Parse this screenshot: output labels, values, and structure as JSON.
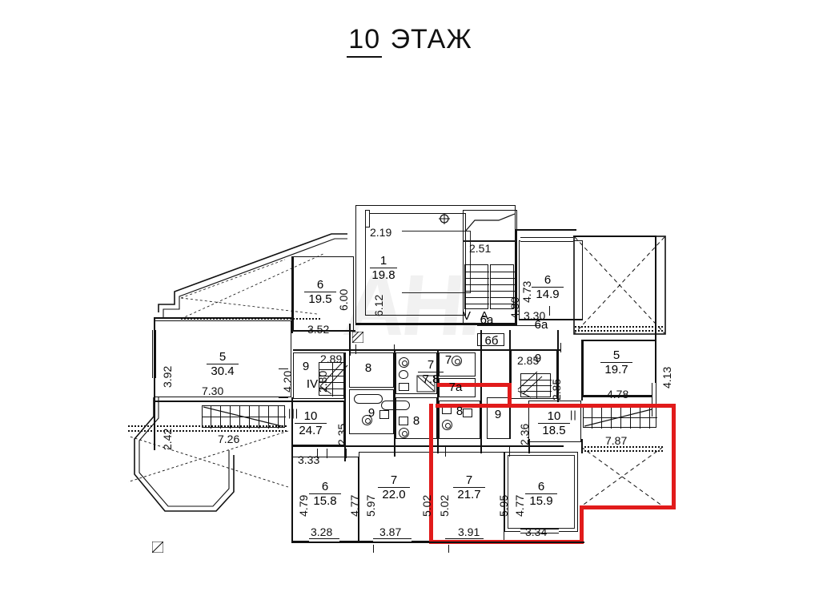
{
  "page": {
    "title_number": "10",
    "title_word": "ЭТАЖ",
    "watermark": "АН."
  },
  "colors": {
    "ink": "#111111",
    "highlight": "#e11b1b",
    "watermark": "rgba(0,0,0,0.055)"
  },
  "rooms": [
    {
      "id": "r1",
      "number": "1",
      "area": "19.8"
    },
    {
      "id": "r5a",
      "number": "5",
      "area": "30.4"
    },
    {
      "id": "r5b",
      "number": "5",
      "area": "19.7"
    },
    {
      "id": "r6a",
      "number": "6",
      "area": "19.5"
    },
    {
      "id": "r6b",
      "number": "6",
      "area": "14.9"
    },
    {
      "id": "r6c",
      "number": "6",
      "area": "15.8"
    },
    {
      "id": "r6d",
      "number": "6",
      "area": "15.9"
    },
    {
      "id": "r7a",
      "number": "7",
      "area": "7.8"
    },
    {
      "id": "r7b",
      "number": "7",
      "area": "22.0"
    },
    {
      "id": "r7c",
      "number": "7",
      "area": "21.7"
    },
    {
      "id": "r10a",
      "number": "10",
      "area": "24.7"
    },
    {
      "id": "r10b",
      "number": "10",
      "area": "18.5"
    }
  ],
  "room_numbers": [
    {
      "id": "n9_left",
      "text": "9"
    },
    {
      "id": "n8_left",
      "text": "8"
    },
    {
      "id": "n9_mid",
      "text": "9"
    },
    {
      "id": "n8_mid",
      "text": "8"
    },
    {
      "id": "n7_top",
      "text": "7"
    },
    {
      "id": "n7a",
      "text": "7а"
    },
    {
      "id": "n7_r",
      "text": "7"
    },
    {
      "id": "n8_r1",
      "text": "8"
    },
    {
      "id": "n8_r2",
      "text": "8"
    },
    {
      "id": "n9_r",
      "text": "9"
    },
    {
      "id": "n9_rr",
      "text": "9"
    },
    {
      "id": "n6b_lbl",
      "text": "6б"
    },
    {
      "id": "n6a_lbl",
      "text": "6а"
    },
    {
      "id": "n6a_lbl2",
      "text": "6а"
    },
    {
      "id": "n4_stair",
      "text": "IV"
    },
    {
      "id": "nV",
      "text": "V"
    },
    {
      "id": "nA",
      "text": "А"
    }
  ],
  "dimensions": {
    "horizontal": [
      {
        "id": "h_2_19",
        "text": "2.19"
      },
      {
        "id": "h_2_51",
        "text": "2.51"
      },
      {
        "id": "h_3_30",
        "text": "3.30"
      },
      {
        "id": "h_3_52",
        "text": "3.52"
      },
      {
        "id": "h_2_89",
        "text": "2.89"
      },
      {
        "id": "h_7_30",
        "text": "7.30"
      },
      {
        "id": "h_7_26",
        "text": "7.26"
      },
      {
        "id": "h_2_85",
        "text": "2.85"
      },
      {
        "id": "h_4_78",
        "text": "4.78"
      },
      {
        "id": "h_7_87",
        "text": "7.87"
      },
      {
        "id": "h_3_33",
        "text": "3.33"
      },
      {
        "id": "h_3_28",
        "text": "3.28"
      },
      {
        "id": "h_3_87",
        "text": "3.87"
      },
      {
        "id": "h_3_91",
        "text": "3.91"
      },
      {
        "id": "h_3_34",
        "text": "3.34"
      }
    ],
    "vertical": [
      {
        "id": "v_6_12",
        "text": "6.12"
      },
      {
        "id": "v_4_80",
        "text": "4.80"
      },
      {
        "id": "v_4_73",
        "text": "4.73"
      },
      {
        "id": "v_6_00",
        "text": "6.00"
      },
      {
        "id": "v_3_92",
        "text": "3.92"
      },
      {
        "id": "v_4_20",
        "text": "4.20"
      },
      {
        "id": "v_2_80",
        "text": "2.80"
      },
      {
        "id": "v_2_42",
        "text": "2.42"
      },
      {
        "id": "v_2_35",
        "text": "2.35"
      },
      {
        "id": "v_2_85",
        "text": "2.85"
      },
      {
        "id": "v_2_36",
        "text": "2.36"
      },
      {
        "id": "v_4_13",
        "text": "4.13"
      },
      {
        "id": "v_4_79",
        "text": "4.79"
      },
      {
        "id": "v_4_77",
        "text": "4.77"
      },
      {
        "id": "v_5_97",
        "text": "5.97"
      },
      {
        "id": "v_5_02a",
        "text": "5.02"
      },
      {
        "id": "v_5_02b",
        "text": "5.02"
      },
      {
        "id": "v_5_95",
        "text": "5.95"
      },
      {
        "id": "v_4_77b",
        "text": "4.77"
      }
    ]
  },
  "highlight": {
    "label": "selected-apartment-outline",
    "color": "#e11b1b"
  }
}
